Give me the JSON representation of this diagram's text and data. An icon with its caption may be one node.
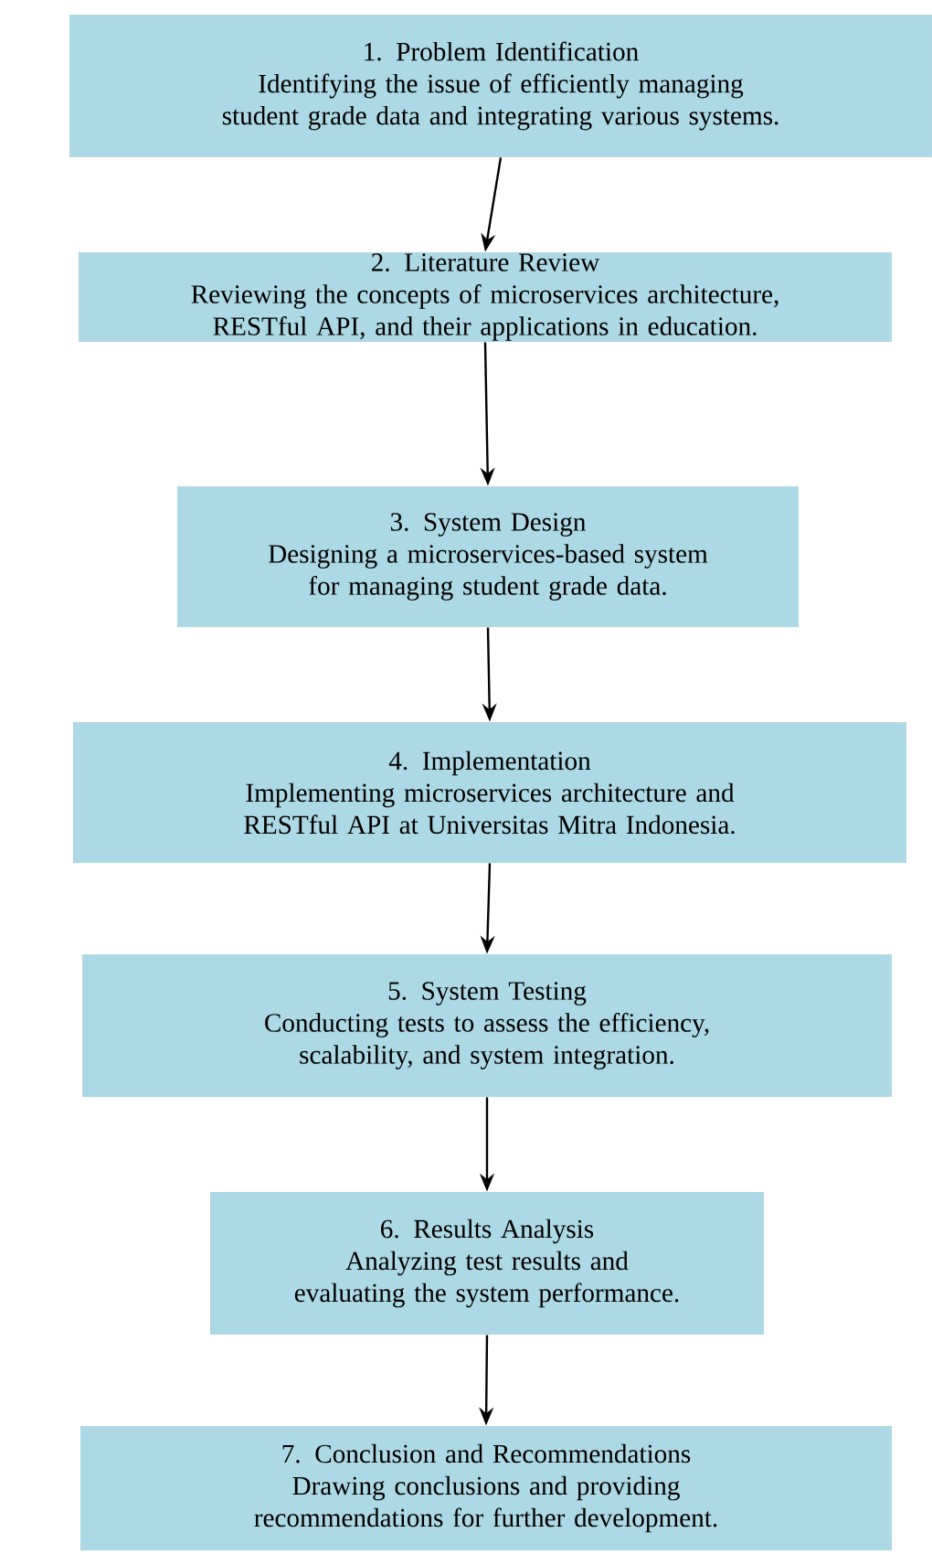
{
  "diagram": {
    "nodes": [
      {
        "text": [
          "1. Problem Identification",
          "Identifying the issue of efficiently managing student grade data and integrating various systems."
        ]
      },
      {
        "text": [
          "2. Literature Review",
          "Reviewing the concepts of microservices architecture, RESTful API, and their applications in education."
        ]
      },
      {
        "text": [
          "3. System Design",
          "Designing a microservices-based system for managing student grade data."
        ]
      },
      {
        "text": [
          "4. Implementation",
          "Implementing microservices architecture and RESTful API at Universitas Mitra Indonesia."
        ]
      },
      {
        "text": [
          "5. System Testing",
          "Conducting tests to assess the efficiency, scalability, and system integration."
        ]
      },
      {
        "text": [
          "6. Results Analysis",
          "Analyzing test results and evaluating the system performance."
        ]
      },
      {
        "text": [
          "7. Conclusion and Recommendations",
          "Drawing conclusions and providing recommendations for further development."
        ]
      }
    ],
    "edges": [
      {
        "from": 0,
        "to": 1,
        "arrow": "to"
      },
      {
        "from": 1,
        "to": 2,
        "arrow": "to"
      },
      {
        "from": 2,
        "to": 3,
        "arrow": "to"
      },
      {
        "from": 3,
        "to": 4,
        "arrow": "to"
      },
      {
        "from": 4,
        "to": 5,
        "arrow": "to"
      },
      {
        "from": 5,
        "to": 6,
        "arrow": "to"
      }
    ]
  }
}
